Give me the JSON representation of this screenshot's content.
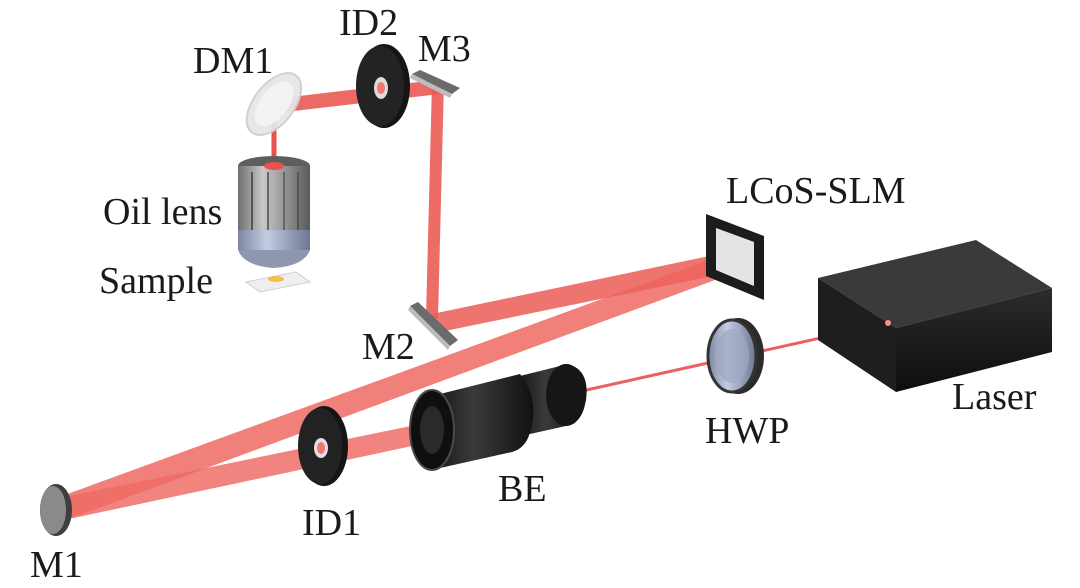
{
  "labels": {
    "id2": "ID2",
    "m3": "M3",
    "dm1": "DM1",
    "oil_lens": "Oil lens",
    "sample": "Sample",
    "lcos_slm": "LCoS-SLM",
    "m2": "M2",
    "laser": "Laser",
    "hwp": "HWP",
    "be": "BE",
    "id1": "ID1",
    "m1": "M1"
  },
  "colors": {
    "beam": "#e8524e",
    "beam_light": "#f4a09a",
    "optic_dark": "#1d1d1d",
    "optic_mid": "#3c3c3c",
    "mirror_face": "#c9c9c9",
    "lens_glass": "#b8c2d6"
  }
}
